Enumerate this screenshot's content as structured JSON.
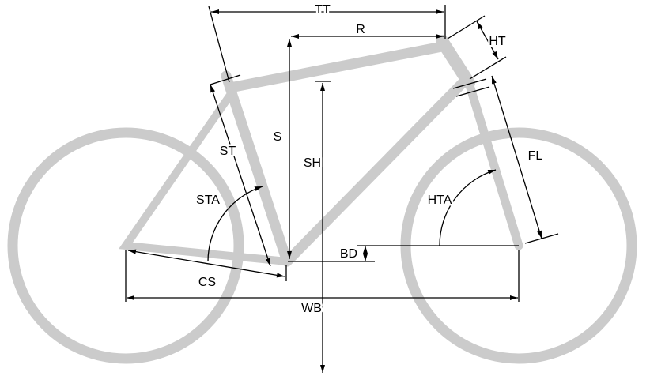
{
  "diagram": {
    "type": "bicycle-frame-geometry",
    "labels": {
      "tt": "TT",
      "r": "R",
      "ht": "HT",
      "st": "ST",
      "s": "S",
      "sh": "SH",
      "sta": "STA",
      "hta": "HTA",
      "fl": "FL",
      "bd": "BD",
      "cs": "CS",
      "wb": "WB"
    },
    "colors": {
      "bike_silhouette": "#cbcbcb",
      "dimension_lines": "#000000",
      "background": "#ffffff"
    }
  }
}
